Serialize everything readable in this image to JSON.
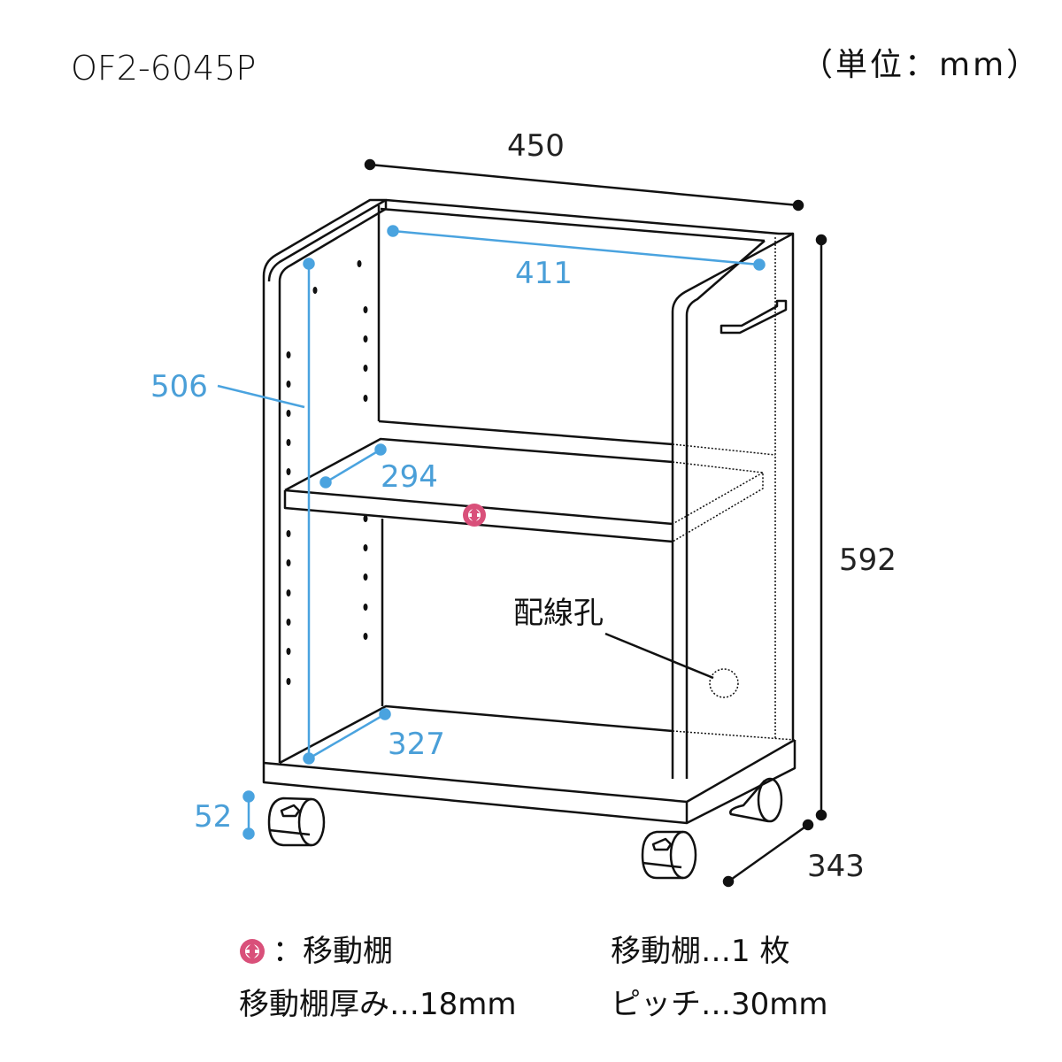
{
  "header": {
    "model_number": "OF2-6045P",
    "unit_label": "（単位：mm）"
  },
  "dimensions": {
    "overall_width": "450",
    "overall_height": "592",
    "overall_depth": "343",
    "inner_width": "411",
    "inner_height": "506",
    "shelf_depth": "294",
    "bottom_depth": "327",
    "caster_height": "52"
  },
  "annotations": {
    "cable_hole": "配線孔"
  },
  "legend": {
    "movable_shelf_icon_label": "：移動棚",
    "movable_shelf_count": "移動棚…1 枚",
    "shelf_thickness": "移動棚厚み…18mm",
    "pitch": "ピッチ…30mm"
  },
  "colors": {
    "line": "#111111",
    "dimension_blue": "#4aa3df",
    "movable_shelf_icon": "#d9507a"
  }
}
